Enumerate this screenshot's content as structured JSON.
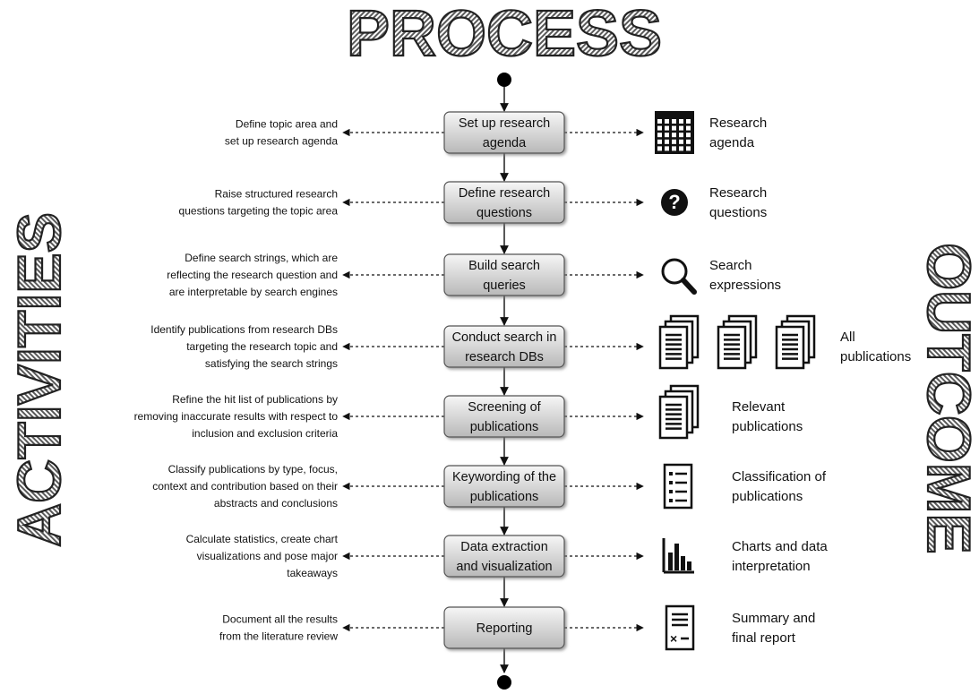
{
  "titles": {
    "top": "PROCESS",
    "left": "ACTIVITIES",
    "right": "OUTCOME"
  },
  "steps": [
    {
      "label": [
        "Set up research",
        "agenda"
      ],
      "activity": [
        "Define topic area and",
        "set up research agenda"
      ],
      "outcome": [
        "Research",
        "agenda"
      ],
      "icon": "calendar-icon"
    },
    {
      "label": [
        "Define research",
        "questions"
      ],
      "activity": [
        "Raise structured research",
        "questions targeting the topic area"
      ],
      "outcome": [
        "Research",
        "questions"
      ],
      "icon": "question-icon"
    },
    {
      "label": [
        "Build search",
        "queries"
      ],
      "activity": [
        "Define search strings, which are",
        "reflecting the research question and",
        "are interpretable by search engines"
      ],
      "outcome": [
        "Search",
        "expressions"
      ],
      "icon": "magnifier-icon"
    },
    {
      "label": [
        "Conduct search in",
        "research DBs"
      ],
      "activity": [
        "Identify publications from research DBs",
        "targeting the research topic and",
        "satisfying the search strings"
      ],
      "outcome": [
        "All",
        "publications"
      ],
      "icon": "document-stacks-icon"
    },
    {
      "label": [
        "Screening of",
        "publications"
      ],
      "activity": [
        "Refine the hit list of publications by",
        "removing inaccurate results with respect to",
        "inclusion and exclusion criteria"
      ],
      "outcome": [
        "Relevant",
        "publications"
      ],
      "icon": "document-stack-icon"
    },
    {
      "label": [
        "Keywording of the",
        "publications"
      ],
      "activity": [
        "Classify publications by type, focus,",
        "context and contribution based on their",
        "abstracts and conclusions"
      ],
      "outcome": [
        "Classification of",
        "publications"
      ],
      "icon": "checklist-icon"
    },
    {
      "label": [
        "Data extraction",
        "and visualization"
      ],
      "activity": [
        "Calculate statistics, create chart",
        "visualizations and pose major",
        "takeaways"
      ],
      "outcome": [
        "Charts and data",
        "interpretation"
      ],
      "icon": "bar-chart-icon"
    },
    {
      "label": [
        "Reporting"
      ],
      "activity": [
        "Document all the results",
        "from the literature review"
      ],
      "outcome": [
        "Summary and",
        "final report"
      ],
      "icon": "report-icon"
    }
  ]
}
